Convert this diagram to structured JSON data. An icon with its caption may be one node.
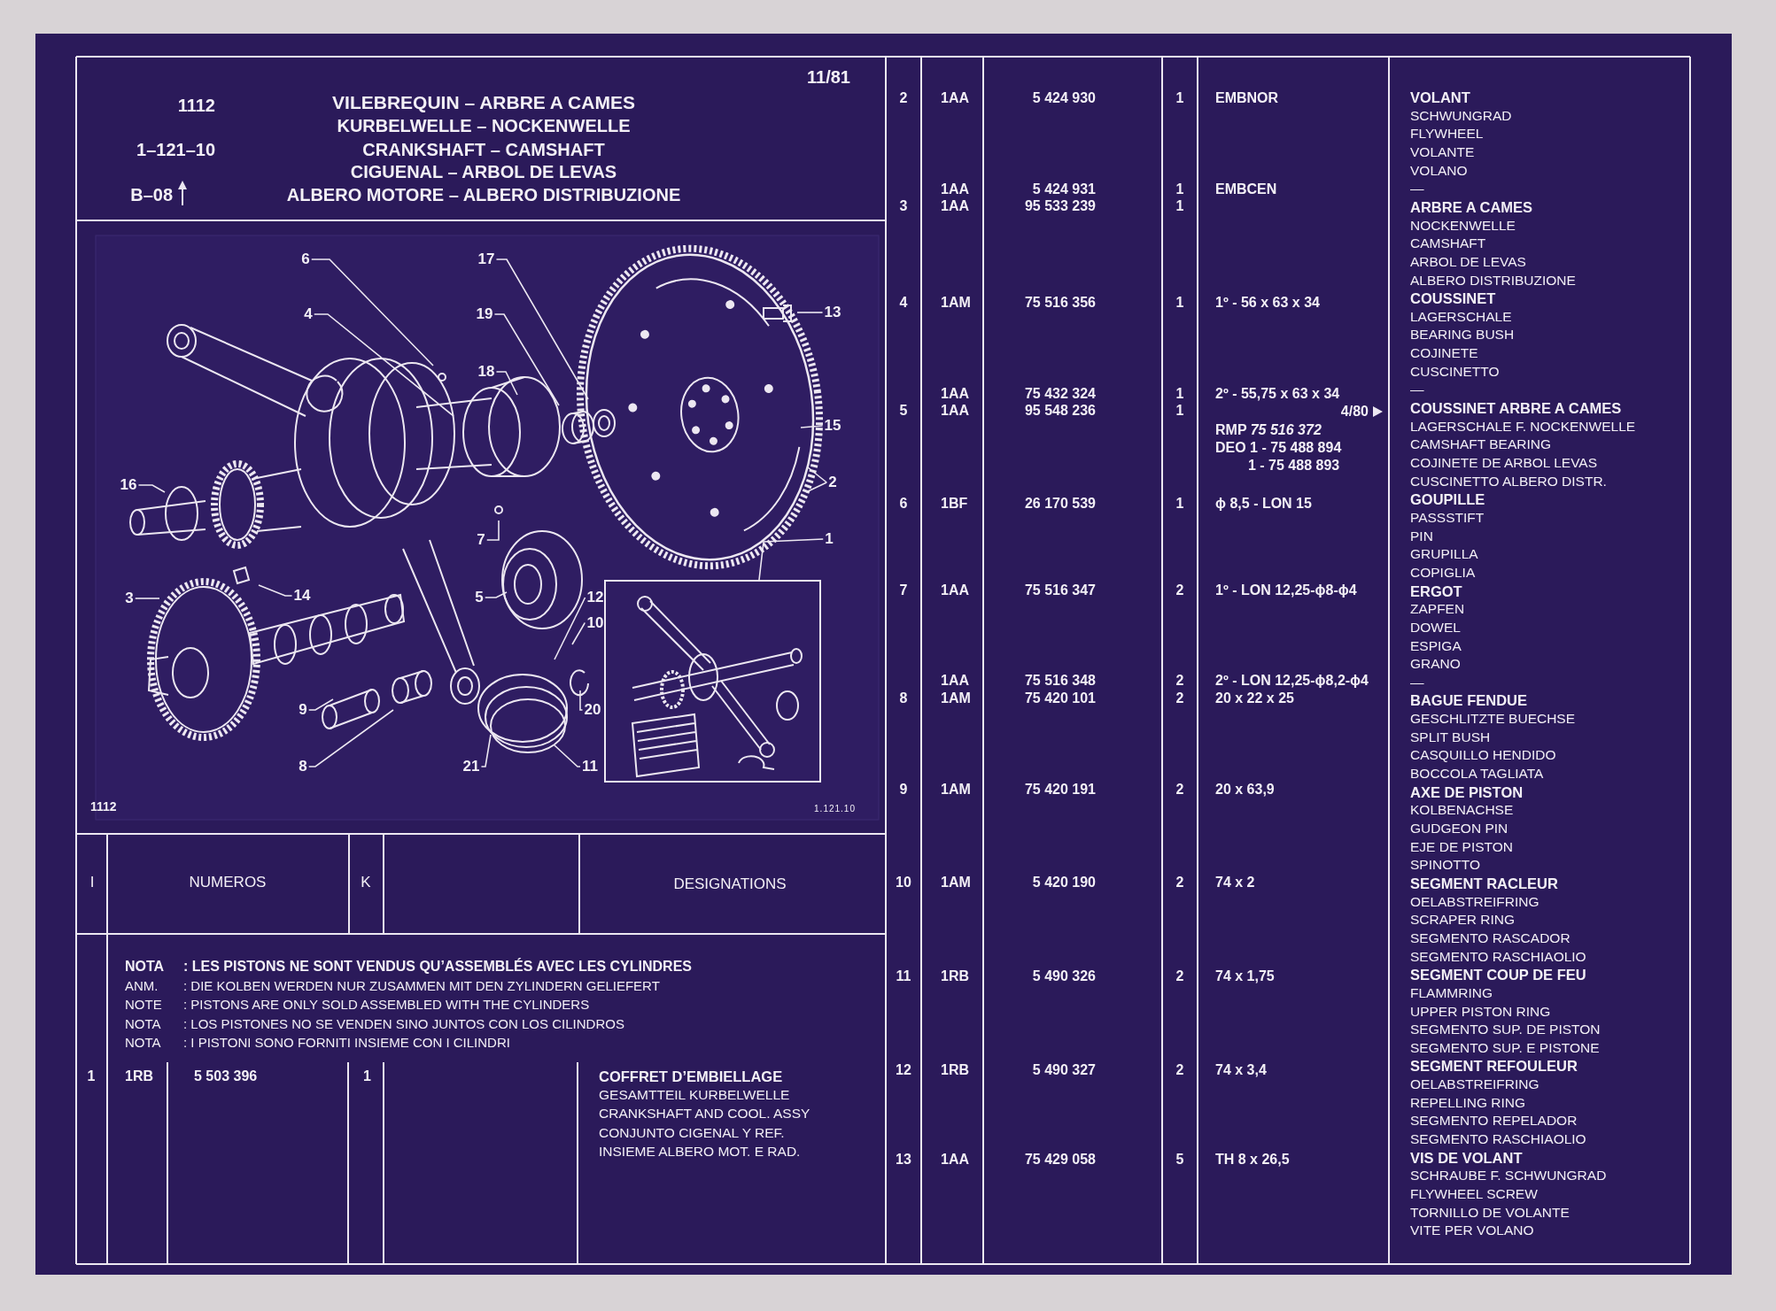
{
  "diagram": {
    "title": "VILEBREQUIN – ARBRE A CAMES",
    "nodes": [
      {
        "text": [
          "6"
        ]
      },
      {
        "text": [
          "17"
        ]
      },
      {
        "text": [
          "13"
        ]
      },
      {
        "text": [
          "4"
        ]
      },
      {
        "text": [
          "19"
        ]
      },
      {
        "text": [
          "18"
        ]
      },
      {
        "text": [
          "15"
        ]
      },
      {
        "text": [
          "2"
        ]
      },
      {
        "text": [
          "16"
        ]
      },
      {
        "text": [
          "7"
        ]
      },
      {
        "text": [
          "1"
        ]
      },
      {
        "text": [
          "14"
        ]
      },
      {
        "text": [
          "3"
        ]
      },
      {
        "text": [
          "5"
        ]
      },
      {
        "text": [
          "12"
        ]
      },
      {
        "text": [
          "10"
        ]
      },
      {
        "text": [
          "9"
        ]
      },
      {
        "text": [
          "20"
        ]
      },
      {
        "text": [
          "8"
        ]
      },
      {
        "text": [
          "21"
        ]
      },
      {
        "text": [
          "11"
        ]
      },
      {
        "text": [],
        "shape": "picture"
      }
    ],
    "edges": [
      {
        "from": 0,
        "to": null,
        "arrow": "none"
      },
      {
        "from": 1,
        "to": null,
        "arrow": "none"
      },
      {
        "from": 2,
        "to": null,
        "arrow": "none"
      },
      {
        "from": 3,
        "to": null,
        "arrow": "none"
      },
      {
        "from": 4,
        "to": null,
        "arrow": "none"
      },
      {
        "from": 5,
        "to": null,
        "arrow": "none"
      },
      {
        "from": 6,
        "to": null,
        "arrow": "none"
      },
      {
        "from": 7,
        "to": null,
        "arrow": "none"
      },
      {
        "from": 7,
        "to": null,
        "arrow": "none"
      },
      {
        "from": 8,
        "to": null,
        "arrow": "none"
      },
      {
        "from": 9,
        "to": null,
        "arrow": "none"
      },
      {
        "from": 10,
        "to": 21,
        "arrow": "none"
      },
      {
        "from": 11,
        "to": null,
        "arrow": "none"
      },
      {
        "from": 12,
        "to": null,
        "arrow": "none"
      },
      {
        "from": 13,
        "to": null,
        "arrow": "none"
      },
      {
        "from": 14,
        "to": null,
        "arrow": "none"
      },
      {
        "from": 15,
        "to": null,
        "arrow": "none"
      },
      {
        "from": 16,
        "to": null,
        "arrow": "none"
      },
      {
        "from": 17,
        "to": null,
        "arrow": "none"
      },
      {
        "from": 18,
        "to": null,
        "arrow": "none"
      },
      {
        "from": 19,
        "to": null,
        "arrow": "none"
      },
      {
        "from": 20,
        "to": null,
        "arrow": "none"
      }
    ],
    "labels": [
      "11/81",
      "1112",
      "KURBELWELLE – NOCKENWELLE",
      "1–121–10",
      "CRANKSHAFT – CAMSHAFT",
      "CIGUENAL – ARBOL DE LEVAS",
      "B–08",
      "ALBERO MOTORE – ALBERO DISTRIBUZIONE",
      "1112",
      "1.121.10",
      "I",
      "NUMEROS",
      "K",
      "DESIGNATIONS",
      "NOTA",
      ": LES PISTONS NE SONT VENDUS QU’ASSEMBLÉS AVEC LES CYLINDRES",
      "ANM.",
      ": DIE KOLBEN WERDEN NUR ZUSAMMEN MIT DEN ZYLINDERN GELIEFERT",
      "NOTE",
      ": PISTONS ARE ONLY SOLD ASSEMBLED WITH THE CYLINDERS",
      "NOTA",
      ": LOS PISTONES NO SE VENDEN SINO JUNTOS CON LOS CILINDROS",
      "NOTA",
      ": I PISTONI SONO FORNITI INSIEME CON I CILINDRI",
      "1",
      "1RB",
      "5 503 396",
      "1",
      "COFFRET D’EMBIELLAGE",
      "GESAMTTEIL KURBELWELLE",
      "CRANKSHAFT AND COOL. ASSY",
      "CONJUNTO CIGENAL Y REF.",
      "INSIEME ALBERO MOT. E RAD.",
      "2",
      "1AA",
      "5 424 930",
      "1",
      "EMBNOR",
      "1AA",
      "5 424 931",
      "1",
      "EMBCEN",
      "3",
      "1AA",
      "95 533 239",
      "1",
      "4",
      "1AM",
      "75 516 356",
      "1",
      "1º - 56 x 63 x 34",
      "1AA",
      "75 432 324",
      "1",
      "2º - 55,75 x 63 x 34",
      "5",
      "1AA",
      "95 548 236",
      "1",
      "4/80",
      "RMP *75 516 372*",
      "DEO 1 - 75 488 894",
      "1 - 75 488 893",
      "6",
      "1BF",
      "26 170 539",
      "1",
      "ϕ 8,5 - LON 15",
      "7",
      "1AA",
      "75 516 347",
      "2",
      "1º - LON 12,25-ϕ8-ϕ4",
      "1AA",
      "75 516 348",
      "2",
      "2º - LON 12,25-ϕ8,2-ϕ4",
      "8",
      "1AM",
      "75 420 101",
      "2",
      "20 x 22 x 25",
      "9",
      "1AM",
      "75 420 191",
      "2",
      "20 x 63,9",
      "10",
      "1AM",
      "5 420 190",
      "2",
      "74 x 2",
      "11",
      "1RB",
      "5 490 326",
      "2",
      "74 x 1,75",
      "12",
      "1RB",
      "5 490 327",
      "2",
      "74 x 3,4",
      "13",
      "1AA",
      "75 429 058",
      "5",
      "TH 8 x 26,5",
      "VOLANT",
      "SCHWUNGRAD",
      "FLYWHEEL",
      "VOLANTE",
      "VOLANO",
      "—",
      "ARBRE A CAMES",
      "NOCKENWELLE",
      "CAMSHAFT",
      "ARBOL DE LEVAS",
      "ALBERO DISTRIBUZIONE",
      "COUSSINET",
      "LAGERSCHALE",
      "BEARING BUSH",
      "COJINETE",
      "CUSCINETTO",
      "—",
      "COUSSINET ARBRE A CAMES",
      "LAGERSCHALE F. NOCKENWELLE",
      "CAMSHAFT BEARING",
      "COJINETE DE ARBOL LEVAS",
      "CUSCINETTO ALBERO DISTR.",
      "GOUPILLE",
      "PASSSTIFT",
      "PIN",
      "GRUPILLA",
      "COPIGLIA",
      "ERGOT",
      "ZAPFEN",
      "DOWEL",
      "ESPIGA",
      "GRANO",
      "—",
      "BAGUE FENDUE",
      "GESCHLITZTE BUECHSE",
      "SPLIT BUSH",
      "CASQUILLO HENDIDO",
      "BOCCOLA TAGLIATA",
      "AXE DE PISTON",
      "KOLBENACHSE",
      "GUDGEON PIN",
      "EJE DE PISTON",
      "SPINOTTO",
      "SEGMENT RACLEUR",
      "OELABSTREIFRING",
      "SCRAPER RING",
      "SEGMENTO RASCADOR",
      "SEGMENTO RASCHIAOLIO",
      "SEGMENT COUP DE FEU",
      "FLAMMRING",
      "UPPER PISTON RING",
      "SEGMENTO SUP. DE PISTON",
      "SEGMENTO SUP. E PISTONE",
      "SEGMENT REFOULEUR",
      "OELABSTREIFRING",
      "REPELLING RING",
      "SEGMENTO REPELADOR",
      "SEGMENTO RASCHIAOLIO",
      "VIS DE VOLANT",
      "SCHRAUBE F. SCHWUNGRAD",
      "FLYWHEEL SCREW",
      "TORNILLO DE VOLANTE",
      "VITE PER VOLANO"
    ]
  }
}
